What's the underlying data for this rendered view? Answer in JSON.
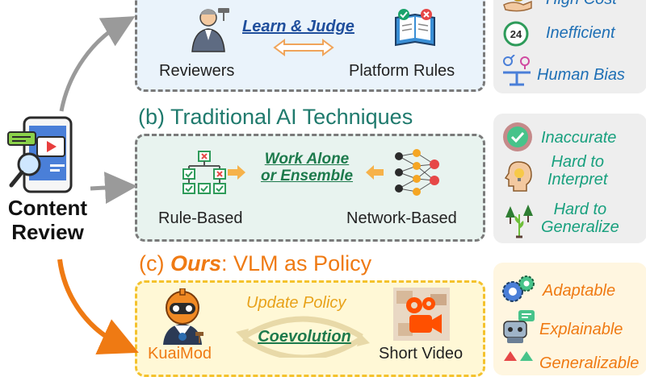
{
  "top_side": {
    "items": [
      {
        "label": "High Cost",
        "icon": "coin-hand-icon"
      },
      {
        "label": "Inefficient",
        "icon": "clock-24-icon"
      },
      {
        "label": "Human Bias",
        "icon": "gender-scale-icon"
      }
    ]
  },
  "panel_a": {
    "left_label": "Reviewers",
    "right_label": "Platform Rules",
    "middle_label": "Learn & Judge"
  },
  "panel_b": {
    "heading": "(b) Traditional AI Techniques",
    "left_label": "Rule-Based",
    "right_label": "Network-Based",
    "middle_line1": "Work Alone",
    "middle_line2": "or Ensemble"
  },
  "side_b": {
    "items": [
      {
        "label": "Inaccurate",
        "icon": "check-circle-icon"
      },
      {
        "label1": "Hard to",
        "label2": "Interpret",
        "icon": "head-bulb-icon"
      },
      {
        "label1": "Hard to",
        "label2": "Generalize",
        "icon": "plants-icon"
      }
    ]
  },
  "panel_c": {
    "heading_prefix": "(c) ",
    "heading_bold": "Ours",
    "heading_suffix": ": VLM as Policy",
    "left_label": "KuaiMod",
    "right_label": "Short Video",
    "arc_label": "Update Policy",
    "middle_label": "Coevolution"
  },
  "side_c": {
    "items": [
      {
        "label": "Adaptable",
        "icon": "gears-icon"
      },
      {
        "label": "Explainable",
        "icon": "robot-chat-icon"
      },
      {
        "label": "Generalizable",
        "icon": "arrows-icon"
      }
    ]
  },
  "content_review": {
    "line1": "Content",
    "line2": "Review"
  },
  "colors": {
    "teal": "#1f7a6d",
    "orange": "#ef7a13",
    "blue": "#1e6fb5"
  }
}
